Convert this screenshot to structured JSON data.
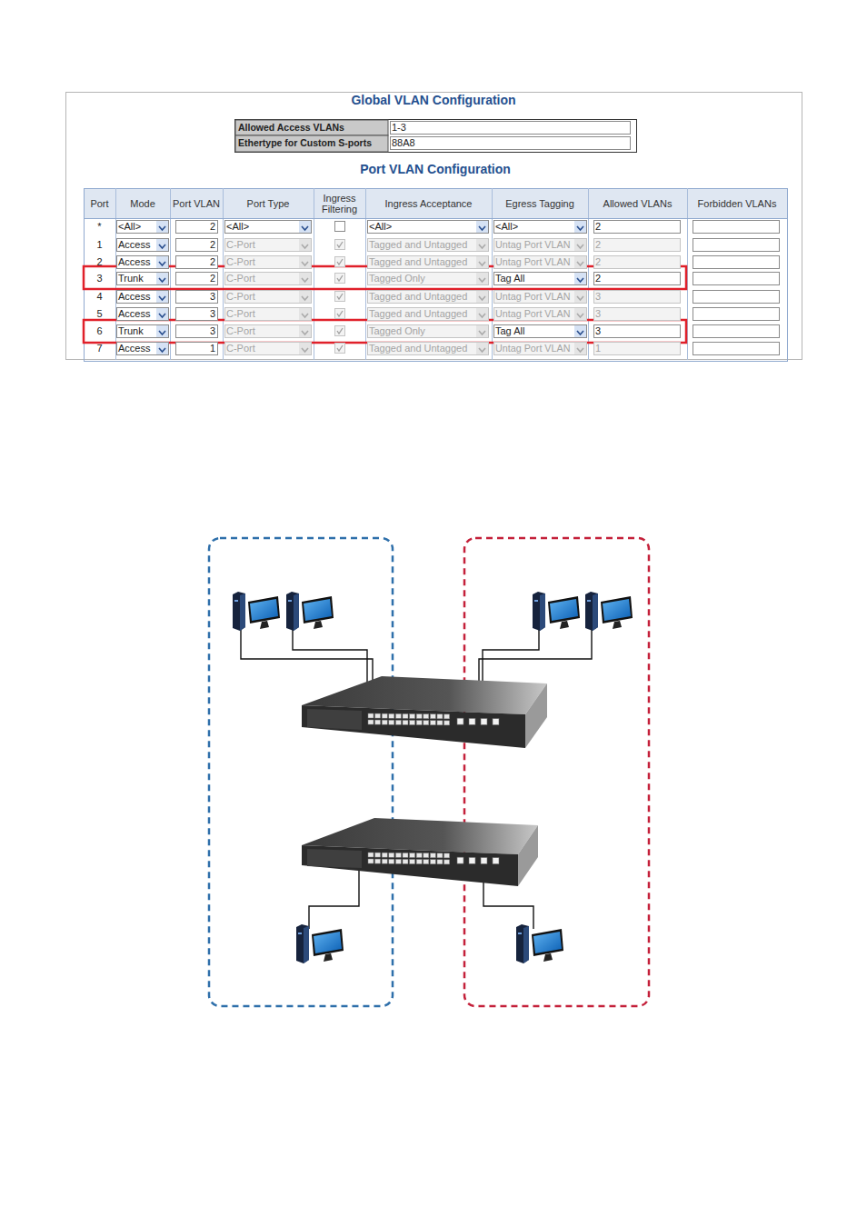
{
  "diagram": {
    "title": "Global VLAN Configuration",
    "labels": [
      "Allowed Access VLANs",
      "1-3",
      "Ethertype for Custom S-ports",
      "88A8",
      "Port VLAN Configuration",
      "Port",
      "Mode",
      "Port VLAN",
      "Port Type",
      "Ingress Filtering",
      "Ingress Acceptance",
      "Egress Tagging",
      "Allowed VLANs",
      "Forbidden VLANs",
      "*",
      "<All>",
      "2",
      "<All>",
      "<All>",
      "<All>",
      "2",
      "1",
      "Access",
      "2",
      "C-Port",
      "Tagged and Untagged",
      "Untag Port VLAN",
      "2",
      "2",
      "Access",
      "2",
      "C-Port",
      "Tagged and Untagged",
      "Untag Port VLAN",
      "2",
      "3",
      "Trunk",
      "2",
      "C-Port",
      "Tagged Only",
      "Tag All",
      "2",
      "4",
      "Access",
      "3",
      "C-Port",
      "Tagged and Untagged",
      "Untag Port VLAN",
      "3",
      "5",
      "Access",
      "3",
      "C-Port",
      "Tagged and Untagged",
      "Untag Port VLAN",
      "3",
      "6",
      "Trunk",
      "3",
      "C-Port",
      "Tagged Only",
      "Tag All",
      "3",
      "7",
      "Access",
      "1",
      "C-Port",
      "Tagged and Untagged",
      "Untag Port VLAN",
      "1"
    ]
  }
}
